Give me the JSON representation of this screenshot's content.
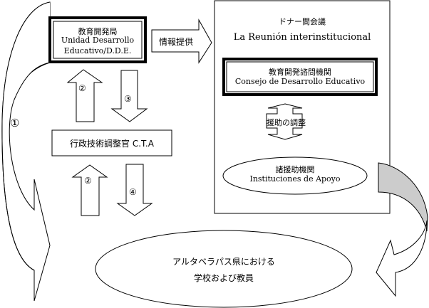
{
  "colors": {
    "shade": "#cccccc",
    "stroke": "#000000",
    "background": "#ffffff"
  },
  "ddi_box": {
    "title_jp": "教育開発局",
    "line1": "Unidad Desarrollo",
    "line2": "Educativo/D.D.E."
  },
  "info_arrow": {
    "label": "情報提供"
  },
  "donor_meeting": {
    "title_jp": "ドナー間会議",
    "title_es": "La Reunión interinstitucional",
    "council": {
      "title_jp": "教育開発諮問機関",
      "title_es": "Consejo de Desarrollo Educativo"
    },
    "coordination_arrow": {
      "label": "援助の調整"
    },
    "agencies": {
      "title_jp": "諸援助機関",
      "title_es": "Instituciones de Apoyo"
    }
  },
  "cta_box": {
    "label": "行政技術調整官 C.T.A"
  },
  "flow_markers": {
    "one": "①",
    "two_upper": "②",
    "three": "③",
    "two_lower": "②",
    "four": "④"
  },
  "schools": {
    "line1": "アルタベラパス県における",
    "line2": "学校および教員"
  }
}
